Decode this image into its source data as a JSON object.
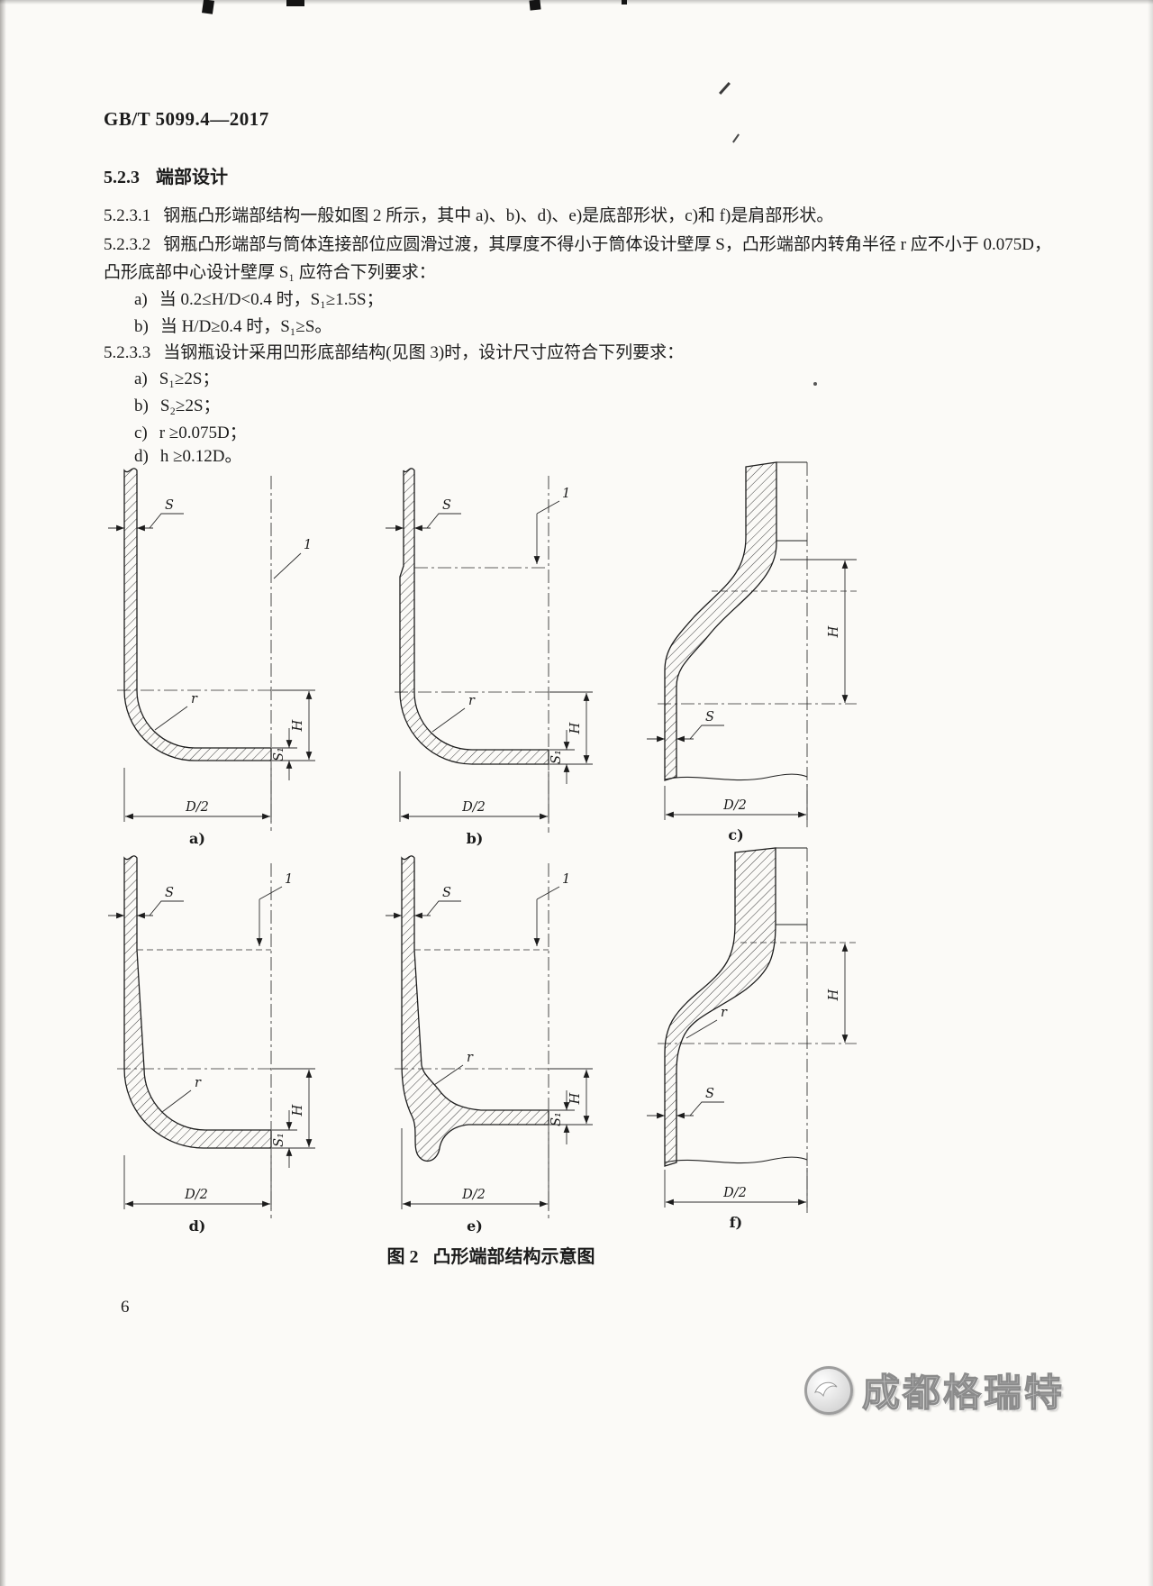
{
  "document": {
    "header": "GB/T 5099.4—2017",
    "page_number": "6",
    "watermark_text": "成都格瑞特"
  },
  "section": {
    "heading_number": "5.2.3",
    "heading_title": "端部设计",
    "clauses": [
      {
        "number": "5.2.3.1",
        "text": "钢瓶凸形端部结构一般如图 2 所示，其中 a)、b)、d)、e)是底部形状，c)和 f)是肩部形状。"
      },
      {
        "number": "5.2.3.2",
        "text": "钢瓶凸形端部与筒体连接部位应圆滑过渡，其厚度不得小于筒体设计壁厚 S，凸形端部内转角半径 r 应不小于 0.075D，凸形底部中心设计壁厚 S₁ 应符合下列要求："
      }
    ],
    "list_convex": [
      {
        "label": "a)",
        "text": "当 0.2≤H/D<0.4 时，S₁≥1.5S；"
      },
      {
        "label": "b)",
        "text": "当 H/D≥0.4 时，S₁≥S。"
      }
    ],
    "clause_concave": {
      "number": "5.2.3.3",
      "text": "当钢瓶设计采用凹形底部结构(见图 3)时，设计尺寸应符合下列要求："
    },
    "list_concave": [
      {
        "label": "a)",
        "text": "S₁≥2S；"
      },
      {
        "label": "b)",
        "text": "S₂≥2S；"
      },
      {
        "label": "c)",
        "text": "r ≥0.075D；"
      },
      {
        "label": "d)",
        "text": "h ≥0.12D。"
      }
    ]
  },
  "figure": {
    "caption_label": "图 2",
    "caption_title": "凸形端部结构示意图",
    "dim_labels": {
      "S": "S",
      "S1": "S₁",
      "H": "H",
      "r": "r",
      "D_half": "D/2",
      "callout_1": "1"
    },
    "panels": [
      {
        "label": "a)",
        "dims": [
          "S",
          "1",
          "r",
          "H",
          "S₁",
          "D/2"
        ]
      },
      {
        "label": "b)",
        "dims": [
          "S",
          "1",
          "r",
          "H",
          "S₁",
          "D/2"
        ]
      },
      {
        "label": "c)",
        "dims": [
          "S",
          "H",
          "D/2"
        ]
      },
      {
        "label": "d)",
        "dims": [
          "S",
          "1",
          "r",
          "H",
          "S₁",
          "D/2"
        ]
      },
      {
        "label": "e)",
        "dims": [
          "S",
          "1",
          "r",
          "H",
          "S₁",
          "D/2"
        ]
      },
      {
        "label": "f)",
        "dims": [
          "S",
          "r",
          "H",
          "D/2"
        ]
      }
    ]
  }
}
